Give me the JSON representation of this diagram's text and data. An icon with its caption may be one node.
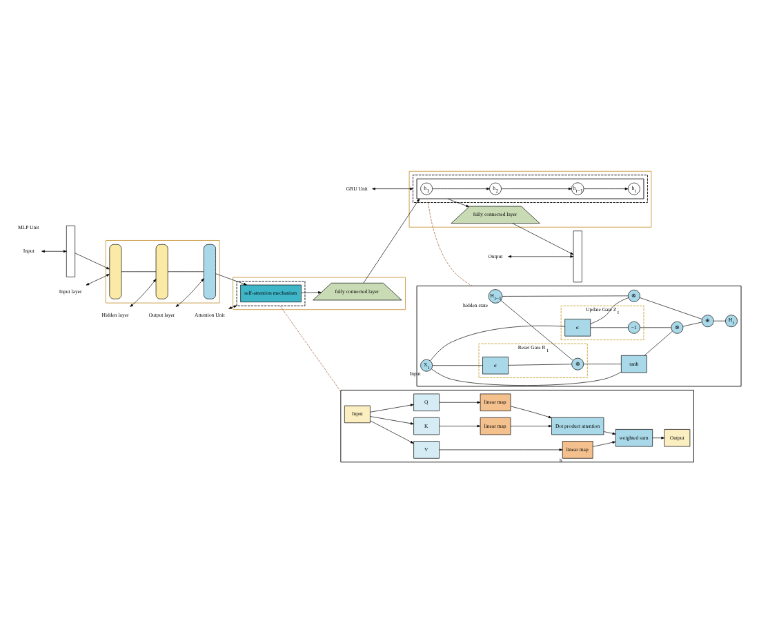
{
  "diagram": {
    "nodes": [
      {
        "text": [
          "Input"
        ]
      },
      {
        "text": [
          "Input layer"
        ]
      },
      {
        "text": [
          "Hidden layer"
        ]
      },
      {
        "text": [
          "Output layer"
        ]
      },
      {
        "text": [
          "Attention Unit"
        ]
      },
      {
        "text": [
          "GRU Unit"
        ]
      },
      {
        "text": [
          "Output"
        ]
      },
      {
        "text": [],
        "shape": "box"
      },
      {
        "text": [],
        "shape": "box"
      },
      {
        "text": [],
        "shape": "bar",
        "in": 8
      },
      {
        "text": [],
        "shape": "bar",
        "in": 8
      },
      {
        "text": [],
        "shape": "bar",
        "in": 8
      },
      {
        "text": [],
        "shape": "box"
      },
      {
        "text": [],
        "shape": "box",
        "in": 12
      },
      {
        "text": [
          "self-attention mechanism"
        ],
        "in": 13
      },
      {
        "text": [
          "fully connected layer"
        ],
        "in": 12
      },
      {
        "text": [],
        "shape": "box"
      },
      {
        "text": [],
        "shape": "box",
        "in": 16
      },
      {
        "text": [],
        "shape": "box",
        "in": 17
      },
      {
        "text": [
          "h$_{1}$"
        ],
        "in": 18
      },
      {
        "text": [
          "h$_{2}$"
        ],
        "in": 18
      },
      {
        "text": [
          "h$_{t−1}$"
        ],
        "in": 18
      },
      {
        "text": [
          "h$_{t}$"
        ],
        "in": 18
      },
      {
        "text": [
          "fully connected layer"
        ],
        "in": 16
      },
      {
        "text": [],
        "shape": "box"
      },
      {
        "text": [],
        "shape": "box"
      },
      {
        "text": [
          "Input"
        ],
        "in": 25
      },
      {
        "text": [
          "Q"
        ],
        "in": 25
      },
      {
        "text": [
          "K"
        ],
        "in": 25
      },
      {
        "text": [
          "V"
        ],
        "in": 25
      },
      {
        "text": [
          "linear map"
        ],
        "in": 25
      },
      {
        "text": [
          "linear map"
        ],
        "in": 25
      },
      {
        "text": [
          "linear map"
        ],
        "in": 25,
        "beside": [
          "h"
        ]
      },
      {
        "text": [
          "Dot product attention"
        ],
        "in": 25
      },
      {
        "text": [
          "weighted sum"
        ],
        "in": 25
      },
      {
        "text": [
          "Output"
        ],
        "in": 25
      },
      {
        "text": [],
        "shape": "box"
      },
      {
        "text": [
          "H$_{t−1}$"
        ],
        "in": 36,
        "beside": [
          "hidden state"
        ]
      },
      {
        "text": [
          "⊗"
        ],
        "in": 36
      },
      {
        "text": [
          "⊕"
        ],
        "in": 36
      },
      {
        "text": [
          "H$_{t}$"
        ],
        "in": 36
      },
      {
        "text": [
          "Reset Gate R$_{t}$"
        ],
        "in": 36
      },
      {
        "text": [
          "⊗"
        ],
        "in": 41
      },
      {
        "text": [
          "σ"
        ],
        "in": 41
      },
      {
        "text": [
          "Update Gate Z$_{t}$"
        ],
        "in": 36
      },
      {
        "text": [
          "σ"
        ],
        "in": 44
      },
      {
        "text": [
          "−1"
        ],
        "in": 44
      },
      {
        "text": [
          "⊗"
        ],
        "in": 36
      },
      {
        "text": [
          "tanh"
        ],
        "in": 36
      },
      {
        "text": [
          "X$_{t}$"
        ],
        "in": 36,
        "beside": [
          "Input"
        ]
      }
    ],
    "edges": [
      {
        "from": 0,
        "to": 7,
        "arrow": "both"
      },
      {
        "from": 1,
        "to": 9,
        "arrow": "both"
      },
      {
        "from": 2,
        "to": 10,
        "arrow": "both"
      },
      {
        "from": 3,
        "to": 11,
        "arrow": "both"
      },
      {
        "from": 4,
        "to": 13,
        "arrow": "both"
      },
      {
        "from": 5,
        "to": 17,
        "arrow": "both"
      },
      {
        "from": 6,
        "to": 24,
        "arrow": "both"
      },
      {
        "from": 7,
        "to": 9,
        "arrow": "to"
      },
      {
        "from": 9,
        "to": 10,
        "arrow": "none"
      },
      {
        "from": 10,
        "to": 11,
        "arrow": "none"
      },
      {
        "from": 11,
        "to": 14,
        "arrow": "to"
      },
      {
        "from": 14,
        "to": 15,
        "arrow": "to"
      },
      {
        "from": 15,
        "to": 18,
        "arrow": "to"
      },
      {
        "from": 19,
        "to": 20,
        "arrow": "to"
      },
      {
        "from": 20,
        "to": 21,
        "arrow": "to"
      },
      {
        "from": 21,
        "to": 22,
        "arrow": "to"
      },
      {
        "from": 18,
        "to": 23,
        "arrow": "to"
      },
      {
        "from": 23,
        "to": 24,
        "arrow": "to"
      },
      {
        "from": 13,
        "to": 25,
        "arrow": "none",
        "style": "dashed",
        "color": "#a0522d"
      },
      {
        "from": 17,
        "to": 36,
        "arrow": "none",
        "style": "dashed",
        "color": "#a0522d"
      },
      {
        "from": 26,
        "to": 27,
        "arrow": "to"
      },
      {
        "from": 26,
        "to": 28,
        "arrow": "to"
      },
      {
        "from": 26,
        "to": 29,
        "arrow": "to"
      },
      {
        "from": 27,
        "to": 30,
        "arrow": "to"
      },
      {
        "from": 28,
        "to": 31,
        "arrow": "to"
      },
      {
        "from": 29,
        "to": 32,
        "arrow": "to"
      },
      {
        "from": 30,
        "to": 33,
        "arrow": "to"
      },
      {
        "from": 31,
        "to": 33,
        "arrow": "to"
      },
      {
        "from": 33,
        "to": 34,
        "arrow": "to"
      },
      {
        "from": 32,
        "to": 34,
        "arrow": "to"
      },
      {
        "from": 34,
        "to": 35,
        "arrow": "to"
      },
      {
        "from": 37,
        "to": 38,
        "arrow": "none"
      },
      {
        "from": 38,
        "to": 39,
        "arrow": "none"
      },
      {
        "from": 39,
        "to": 40,
        "arrow": "none"
      },
      {
        "from": 37,
        "to": 42,
        "arrow": "none"
      },
      {
        "from": 43,
        "to": 42,
        "arrow": "none"
      },
      {
        "from": 49,
        "to": 43,
        "arrow": "none"
      },
      {
        "from": 49,
        "to": 45,
        "arrow": "none"
      },
      {
        "from": 45,
        "to": 38,
        "arrow": "none"
      },
      {
        "from": 45,
        "to": 46,
        "arrow": "none"
      },
      {
        "from": 46,
        "to": 47,
        "arrow": "none"
      },
      {
        "from": 49,
        "to": 48,
        "arrow": "none"
      },
      {
        "from": 42,
        "to": 48,
        "arrow": "none"
      },
      {
        "from": 48,
        "to": 47,
        "arrow": "none"
      },
      {
        "from": 47,
        "to": 39,
        "arrow": "none"
      }
    ],
    "labels": [
      "MLP Unit"
    ]
  }
}
